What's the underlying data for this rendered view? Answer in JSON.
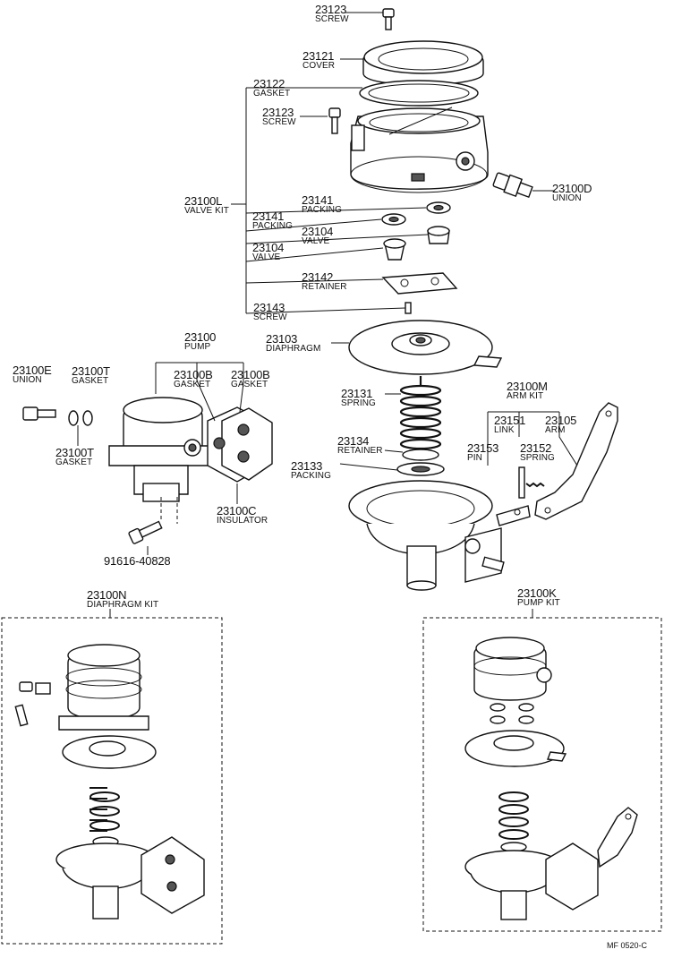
{
  "labels": {
    "screw_top": {
      "num": "23123",
      "name": "SCREW"
    },
    "cover": {
      "num": "23121",
      "name": "COVER"
    },
    "gasket_22": {
      "num": "23122",
      "name": "GASKET"
    },
    "screw_mid": {
      "num": "23123",
      "name": "SCREW"
    },
    "valve_kit": {
      "num": "23100L",
      "name": "VALVE KIT"
    },
    "packing_r": {
      "num": "23141",
      "name": "PACKING"
    },
    "packing_l": {
      "num": "23141",
      "name": "PACKING"
    },
    "valve_r": {
      "num": "23104",
      "name": "VALVE"
    },
    "valve_l": {
      "num": "23104",
      "name": "VALVE"
    },
    "retainer_42": {
      "num": "23142",
      "name": "RETAINER"
    },
    "screw_43": {
      "num": "23143",
      "name": "SCREW"
    },
    "union_d": {
      "num": "23100D",
      "name": "UNION"
    },
    "pump": {
      "num": "23100",
      "name": "PUMP"
    },
    "diaphragm": {
      "num": "23103",
      "name": "DIAPHRAGM"
    },
    "union_e": {
      "num": "23100E",
      "name": "UNION"
    },
    "gasket_t1": {
      "num": "23100T",
      "name": "GASKET"
    },
    "gasket_t2": {
      "num": "23100T",
      "name": "GASKET"
    },
    "gasket_b1": {
      "num": "23100B",
      "name": "GASKET"
    },
    "gasket_b2": {
      "num": "23100B",
      "name": "GASKET"
    },
    "insulator": {
      "num": "23100C",
      "name": "INSULATOR"
    },
    "bolt": {
      "num": "91616-40828"
    },
    "spring_31": {
      "num": "23131",
      "name": "SPRING"
    },
    "retainer_34": {
      "num": "23134",
      "name": "RETAINER"
    },
    "packing_33": {
      "num": "23133",
      "name": "PACKING"
    },
    "arm_kit": {
      "num": "23100M",
      "name": "ARM KIT"
    },
    "link": {
      "num": "23151",
      "name": "LINK"
    },
    "arm": {
      "num": "23105",
      "name": "ARM"
    },
    "pin": {
      "num": "23153",
      "name": "PIN"
    },
    "spring_52": {
      "num": "23152",
      "name": "SPRING"
    },
    "diaphragm_kit": {
      "num": "23100N",
      "name": "DIAPHRAGM KIT"
    },
    "pump_kit": {
      "num": "23100K",
      "name": "PUMP KIT"
    }
  },
  "footer_code": "MF 0520-C"
}
